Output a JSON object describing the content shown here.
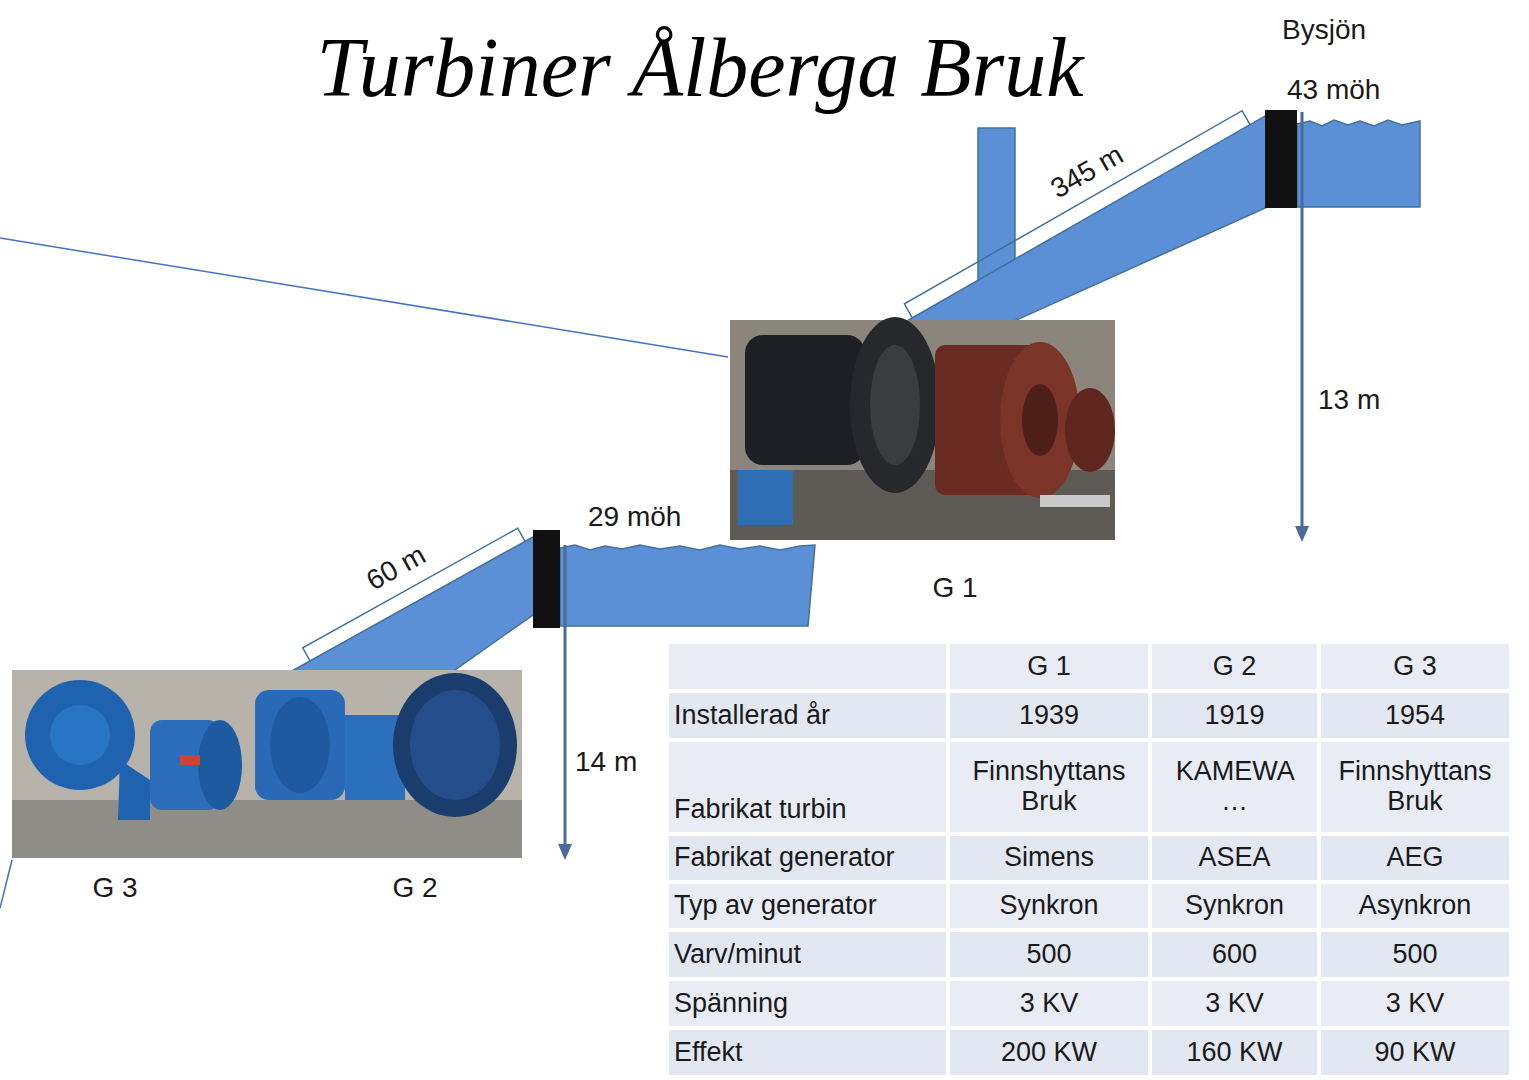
{
  "diagram": {
    "title": "Turbiner Ålberga Bruk",
    "labels": [
      "Bysjön",
      "43 möh",
      "345 m",
      "13 m",
      "29 möh",
      "G 1",
      "60 m",
      "14 m",
      "G 3",
      "G 2",
      "G 1",
      "G 2",
      "G 3",
      "Installerad år",
      "1939",
      "1919",
      "1954",
      "Fabrikat turbin",
      "Finnshyttans Bruk",
      "KAMEWA …",
      "Finnshyttans Bruk",
      "Fabrikat generator",
      "Simens",
      "ASEA",
      "AEG",
      "Typ av generator",
      "Synkron",
      "Synkron",
      "Asynkron",
      "Varv/minut",
      "500",
      "600",
      "500",
      "Spänning",
      "3 KV",
      "3 KV",
      "3 KV",
      "Effekt",
      "200 KW",
      "160 KW",
      "90 KW"
    ]
  }
}
